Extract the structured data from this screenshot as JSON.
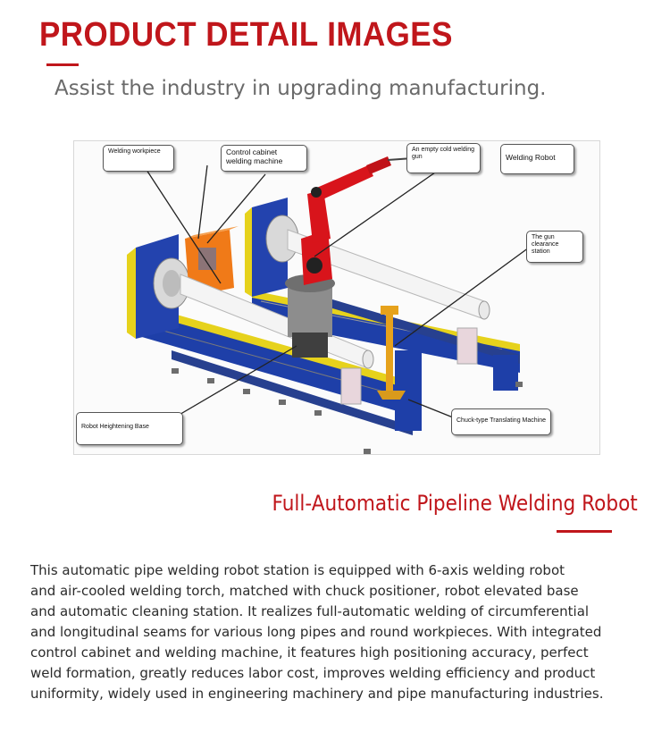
{
  "header": {
    "title": "PRODUCT DETAIL IMAGES",
    "subtitle": "Assist the industry in upgrading manufacturing."
  },
  "diagram": {
    "labels": {
      "welding_workpiece": "Welding workpiece",
      "control_cabinet": "Control cabinet welding machine",
      "cold_gun": "An empty cold welding gun",
      "welding_robot": "Welding Robot",
      "gun_clearance": "The gun clearance station",
      "heightening_base": "Robot Heightening Base",
      "translating_machine": "Chuck-type Translating Machine"
    },
    "colors": {
      "frame_blue": "#1e3fa8",
      "rail_yellow": "#e6d21c",
      "robot_red": "#d8141b",
      "cabinet_orange": "#f07a18",
      "pipe_white": "#f4f4f4"
    }
  },
  "section": {
    "title": "Full-Automatic Pipeline Welding Robot",
    "body": "    This automatic pipe welding robot station is equipped with 6-axis welding robot\nand air-cooled welding torch, matched with chuck positioner, robot elevated base\n and automatic cleaning station. It realizes full-automatic welding of circumferential\nand longitudinal seams for various long pipes and round workpieces. With integrated\ncontrol cabinet and welding machine, it features high positioning accuracy, perfect\nweld formation, greatly reduces labor cost, improves welding efficiency and product\nuniformity, widely used in engineering machinery and pipe manufacturing industries."
  },
  "accent_color": "#c0161b"
}
